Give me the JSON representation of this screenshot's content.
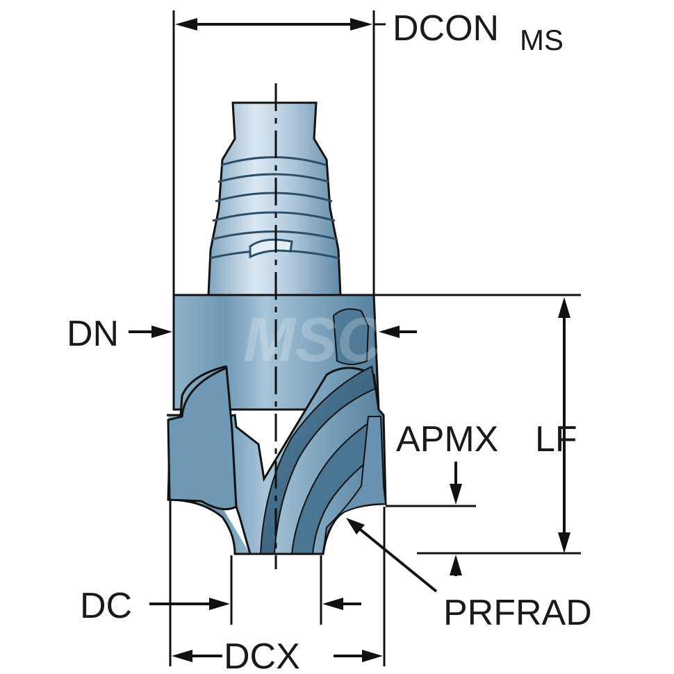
{
  "diagram": {
    "labels": {
      "dcon": "DCON",
      "dcon_sub": "MS",
      "dn": "DN",
      "apmx": "APMX",
      "lf": "LF",
      "dc": "DC",
      "prfrad": "PRFRAD",
      "dcx": "DCX"
    },
    "watermark": "MSC",
    "colors": {
      "tool_light": "#c9dbe9",
      "tool_mid": "#8fb2ca",
      "tool_dark": "#4f7b99",
      "tool_deep": "#335a76",
      "line": "#111111"
    }
  }
}
